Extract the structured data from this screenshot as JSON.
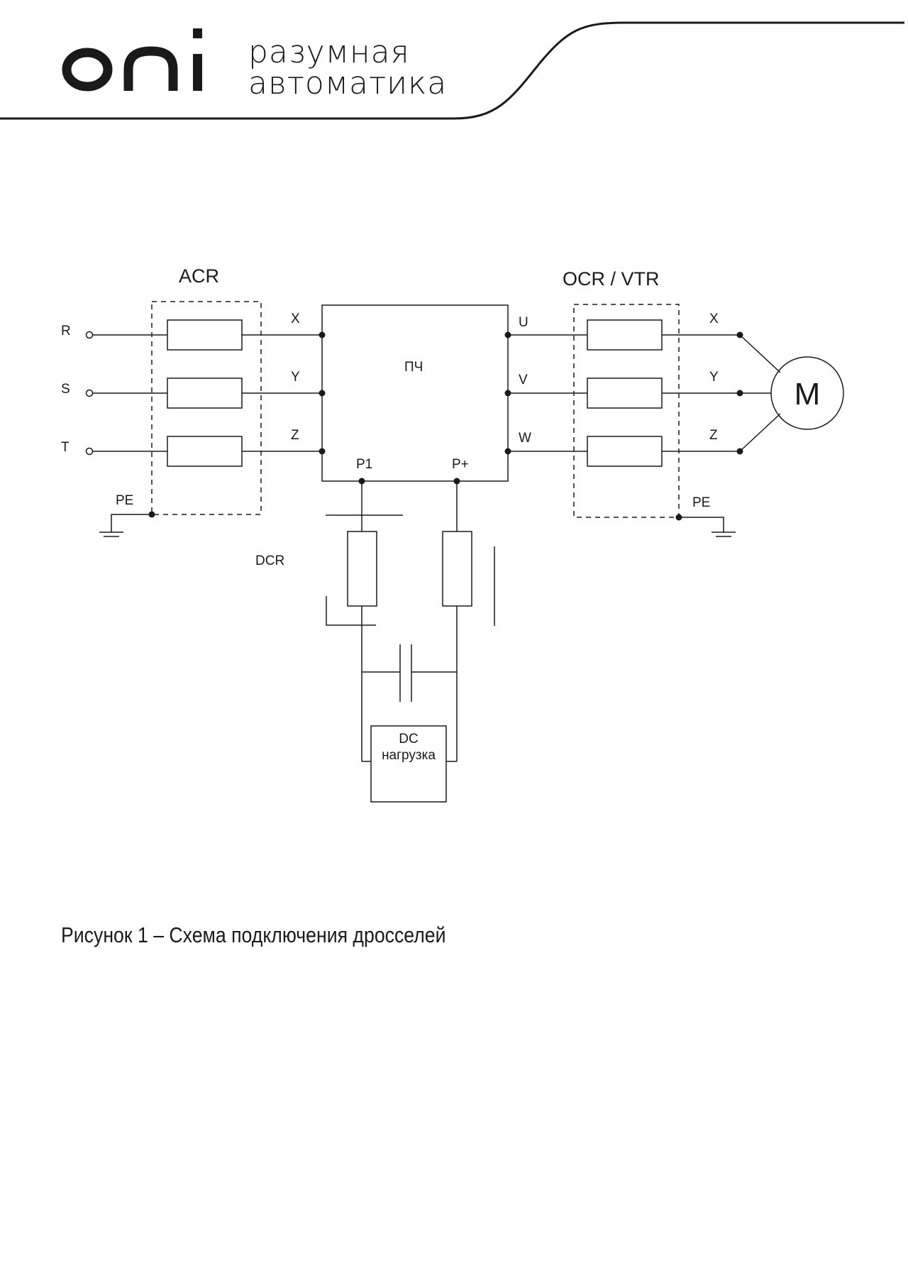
{
  "header": {
    "brand": "oni",
    "tagline_line1": "разумная",
    "tagline_line2": "автоматика"
  },
  "diagram": {
    "acr_title": "ACR",
    "ocr_vtr_title": "OCR / VTR",
    "inputs": [
      "R",
      "S",
      "T"
    ],
    "inverter_inputs": [
      "X",
      "Y",
      "Z"
    ],
    "inverter_label": "ПЧ",
    "inverter_outputs": [
      "U",
      "V",
      "W"
    ],
    "dc_terminals": [
      "P1",
      "P+"
    ],
    "motor_terminals": [
      "X",
      "Y",
      "Z"
    ],
    "motor_label": "M",
    "pe_left": "PE",
    "pe_right": "PE",
    "dcr_label": "DCR",
    "dc_load_line1": "DC",
    "dc_load_line2": "нагрузка"
  },
  "caption": "Рисунок 1 – Схема подключения дросселей"
}
